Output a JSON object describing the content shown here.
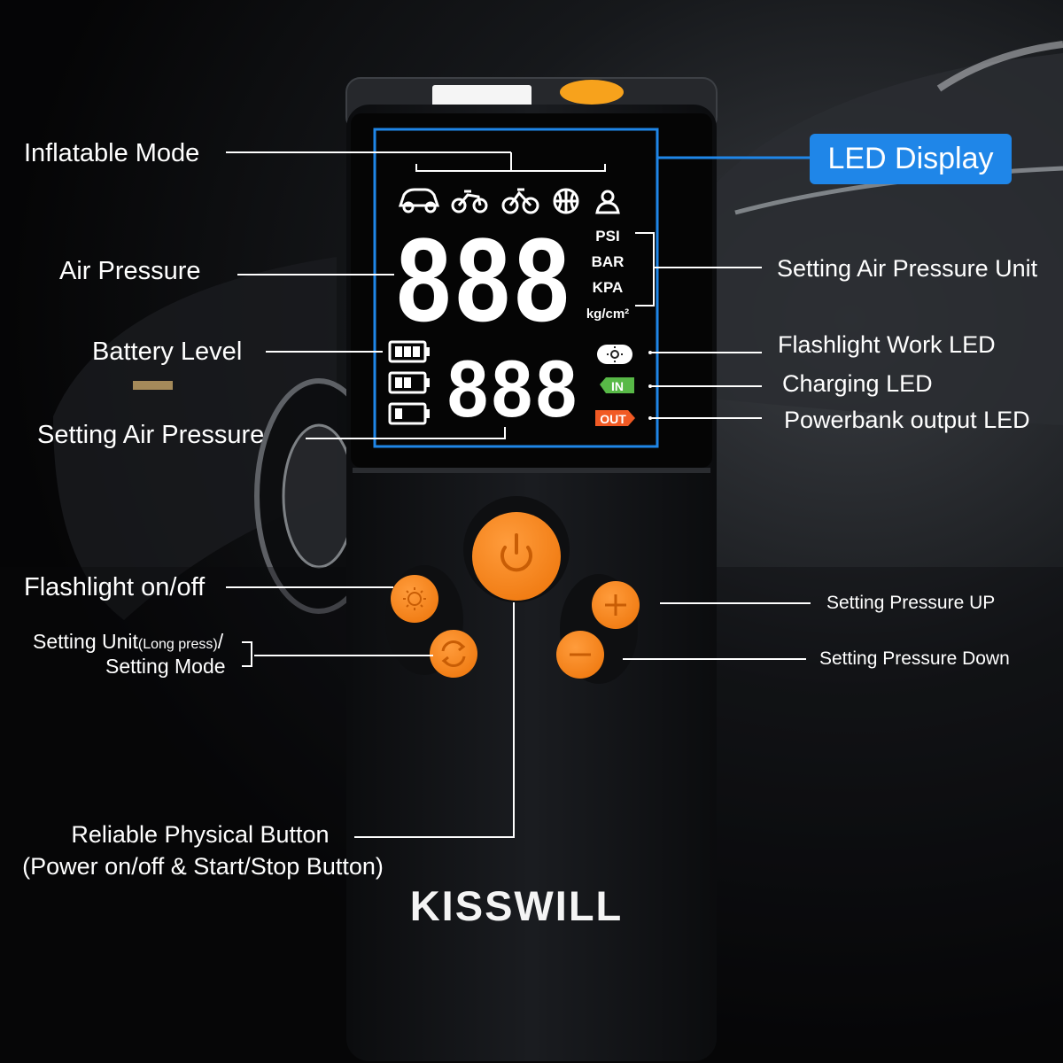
{
  "labels": {
    "led_display": "LED Display",
    "inflatable_mode": "Inflatable Mode",
    "air_pressure": "Air Pressure",
    "battery_level": "Battery Level",
    "setting_air_pressure": "Setting Air Pressure",
    "setting_air_pressure_unit": "Setting Air Pressure Unit",
    "flashlight_work_led": "Flashlight Work LED",
    "charging_led": "Charging LED",
    "powerbank_output_led": "Powerbank output LED",
    "flashlight_onoff": "Flashlight on/off",
    "setting_unit": "Setting Unit",
    "long_press": "(Long press)",
    "slash": "/",
    "setting_mode": "Setting Mode",
    "setting_pressure_up": "Setting Pressure UP",
    "setting_pressure_down": "Setting Pressure Down",
    "reliable_button_line1": "Reliable Physical Button",
    "reliable_button_line2": "(Power on/off & Start/Stop Button)"
  },
  "display": {
    "main_reading": "888",
    "set_reading": "888",
    "units": [
      "PSI",
      "BAR",
      "KPA",
      "kg/cm²"
    ],
    "mode_icons": [
      "car-icon",
      "motorcycle-icon",
      "bicycle-icon",
      "ball-icon",
      "person-icon"
    ],
    "in_led": "IN",
    "out_led": "OUT",
    "battery_levels": [
      3,
      2,
      1
    ]
  },
  "brand": "KISSWILL",
  "colors": {
    "accent_blue": "#1f86e8",
    "button_orange": "#f7861c",
    "charging_green": "#58b947",
    "output_orange": "#f15a24",
    "device_body": "#16181b"
  }
}
